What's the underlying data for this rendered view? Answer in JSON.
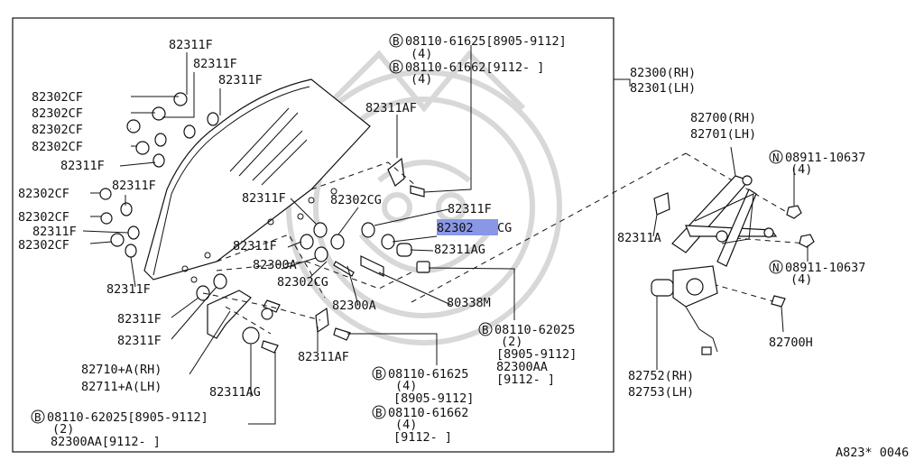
{
  "diagram": {
    "figure_code": "A823* 0046",
    "left_labels": [
      {
        "id": "f1",
        "text": "82311F"
      },
      {
        "id": "f2",
        "text": "82311F"
      },
      {
        "id": "f3",
        "text": "82311F"
      },
      {
        "id": "cf1",
        "text": "82302CF"
      },
      {
        "id": "cf2",
        "text": "82302CF"
      },
      {
        "id": "cf3",
        "text": "82302CF"
      },
      {
        "id": "cf4",
        "text": "82302CF"
      },
      {
        "id": "f4",
        "text": "82311F"
      },
      {
        "id": "cf5",
        "text": "82302CF"
      },
      {
        "id": "f5",
        "text": "82311F"
      },
      {
        "id": "cf6",
        "text": "82302CF"
      },
      {
        "id": "f6",
        "text": "82311F"
      },
      {
        "id": "cf7",
        "text": "82302CF"
      },
      {
        "id": "f7",
        "text": "82311F"
      },
      {
        "id": "f8",
        "text": "82311F"
      },
      {
        "id": "f9",
        "text": "82311F"
      },
      {
        "id": "reg1",
        "text": "82710+A(RH)"
      },
      {
        "id": "reg2",
        "text": "82711+A(LH)"
      },
      {
        "id": "ag1",
        "text": "82311AG"
      }
    ],
    "center_labels": [
      {
        "id": "af1",
        "text": "82311AF"
      },
      {
        "id": "f10",
        "text": "82311F"
      },
      {
        "id": "cg1",
        "text": "82302CG"
      },
      {
        "id": "f11",
        "text": "82311F"
      },
      {
        "id": "cg2_prefix",
        "text": "82302"
      },
      {
        "id": "cg2_suffix",
        "text": "CG"
      },
      {
        "id": "ag2",
        "text": "82311AG"
      },
      {
        "id": "f12",
        "text": "82311F"
      },
      {
        "id": "a1",
        "text": "82300A"
      },
      {
        "id": "cg3",
        "text": "82302CG"
      },
      {
        "id": "a2",
        "text": "82300A"
      },
      {
        "id": "m1",
        "text": "80338M"
      },
      {
        "id": "af2",
        "text": "82311AF"
      }
    ],
    "bolts": [
      {
        "id": "b1",
        "mark": "B",
        "text": "08110-61625[8905-9112]",
        "qty": "(4)"
      },
      {
        "id": "b2",
        "mark": "B",
        "text": "08110-61662[9112-    ]",
        "qty": "(4)"
      },
      {
        "id": "b3",
        "mark": "B",
        "text": "08110-62025",
        "qty": "(2)",
        "extra": [
          "[8905-9112]",
          "82300AA",
          "[9112-  ]"
        ]
      },
      {
        "id": "b4",
        "mark": "B",
        "text": "08110-61625",
        "qty": "(4)",
        "extra": [
          "[8905-9112]"
        ]
      },
      {
        "id": "b5",
        "mark": "B",
        "text": "08110-61662",
        "qty": "(4)",
        "extra": [
          "[9112-   ]"
        ]
      },
      {
        "id": "b6",
        "mark": "B",
        "text": "08110-62025[8905-9112]",
        "qty": "(2)",
        "extra": [
          "82300AA[9112-  ]"
        ]
      }
    ],
    "glass_assy": {
      "rh": "82300(RH)",
      "lh": "82301(LH)"
    },
    "regulator": {
      "rh": "82700(RH)",
      "lh": "82701(LH)"
    },
    "motor": {
      "rh": "82752(RH)",
      "lh": "82753(LH)"
    },
    "nuts": [
      {
        "id": "n1",
        "mark": "N",
        "text": "08911-10637",
        "qty": "(4)"
      },
      {
        "id": "n2",
        "mark": "N",
        "text": "08911-10637",
        "qty": "(4)"
      }
    ],
    "right_labels": [
      {
        "id": "a3",
        "text": "82311A"
      },
      {
        "id": "h1",
        "text": "82700H"
      }
    ]
  }
}
